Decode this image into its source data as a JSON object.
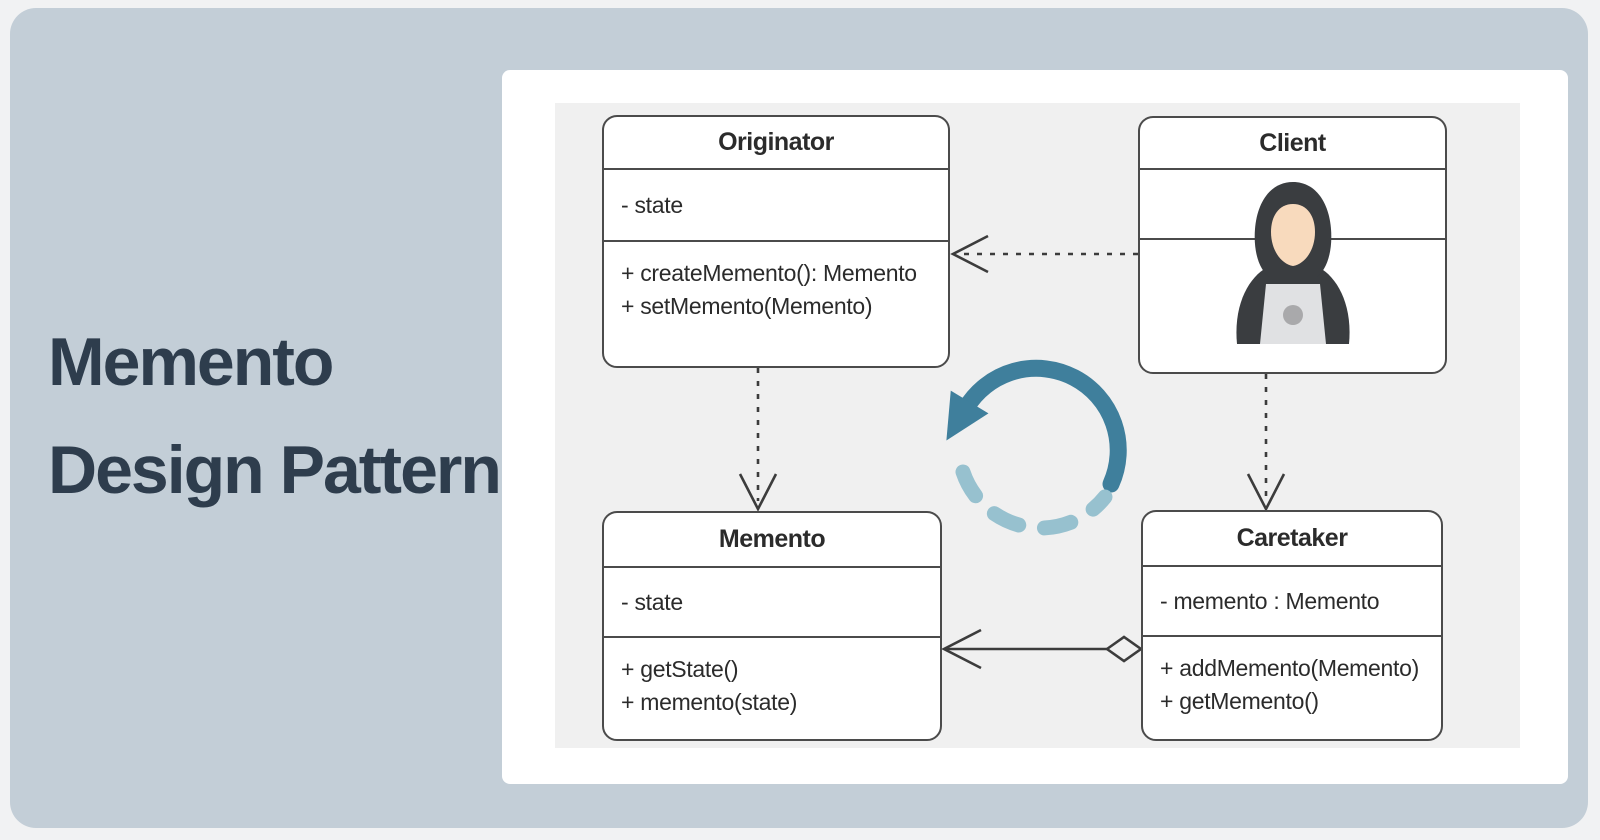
{
  "title": {
    "line1": "Memento",
    "line2": "Design Pattern"
  },
  "diagram": {
    "classes": {
      "originator": {
        "name": "Originator",
        "attributes": [
          "- state"
        ],
        "methods": [
          "+ createMemento(): Memento",
          "+ setMemento(Memento)"
        ]
      },
      "client": {
        "name": "Client",
        "attributes": [],
        "methods": [],
        "icon": "hooded-hacker-with-laptop"
      },
      "memento": {
        "name": "Memento",
        "attributes": [
          "- state"
        ],
        "methods": [
          "+ getState()",
          "+ memento(state)"
        ]
      },
      "caretaker": {
        "name": "Caretaker",
        "attributes": [
          "- memento : Memento"
        ],
        "methods": [
          "+ addMemento(Memento)",
          "+ getMemento()"
        ]
      }
    },
    "relationships": [
      {
        "from": "Client",
        "to": "Originator",
        "line": "dashed",
        "arrowhead": "open"
      },
      {
        "from": "Originator",
        "to": "Memento",
        "line": "dashed",
        "arrowhead": "open"
      },
      {
        "from": "Client",
        "to": "Caretaker",
        "line": "dashed",
        "arrowhead": "open"
      },
      {
        "from": "Caretaker",
        "to": "Memento",
        "line": "solid",
        "arrowhead": "open",
        "tail": "hollow-diamond-aggregation"
      }
    ],
    "center_icon": "circular-restore-arrow"
  },
  "colors": {
    "background_card": "#c3ced7",
    "panel": "#ffffff",
    "diagram_background": "#f0f0f0",
    "title_text": "#2e3d4d",
    "uml_line": "#3c3c3c",
    "box_border": "#4b4b4b",
    "restore_arrow_solid": "#3f7f9c",
    "restore_arrow_dashed": "#97c1cf",
    "hoodie": "#3a3d40",
    "face": "#f8dabd",
    "laptop": "#e0e1e3"
  }
}
